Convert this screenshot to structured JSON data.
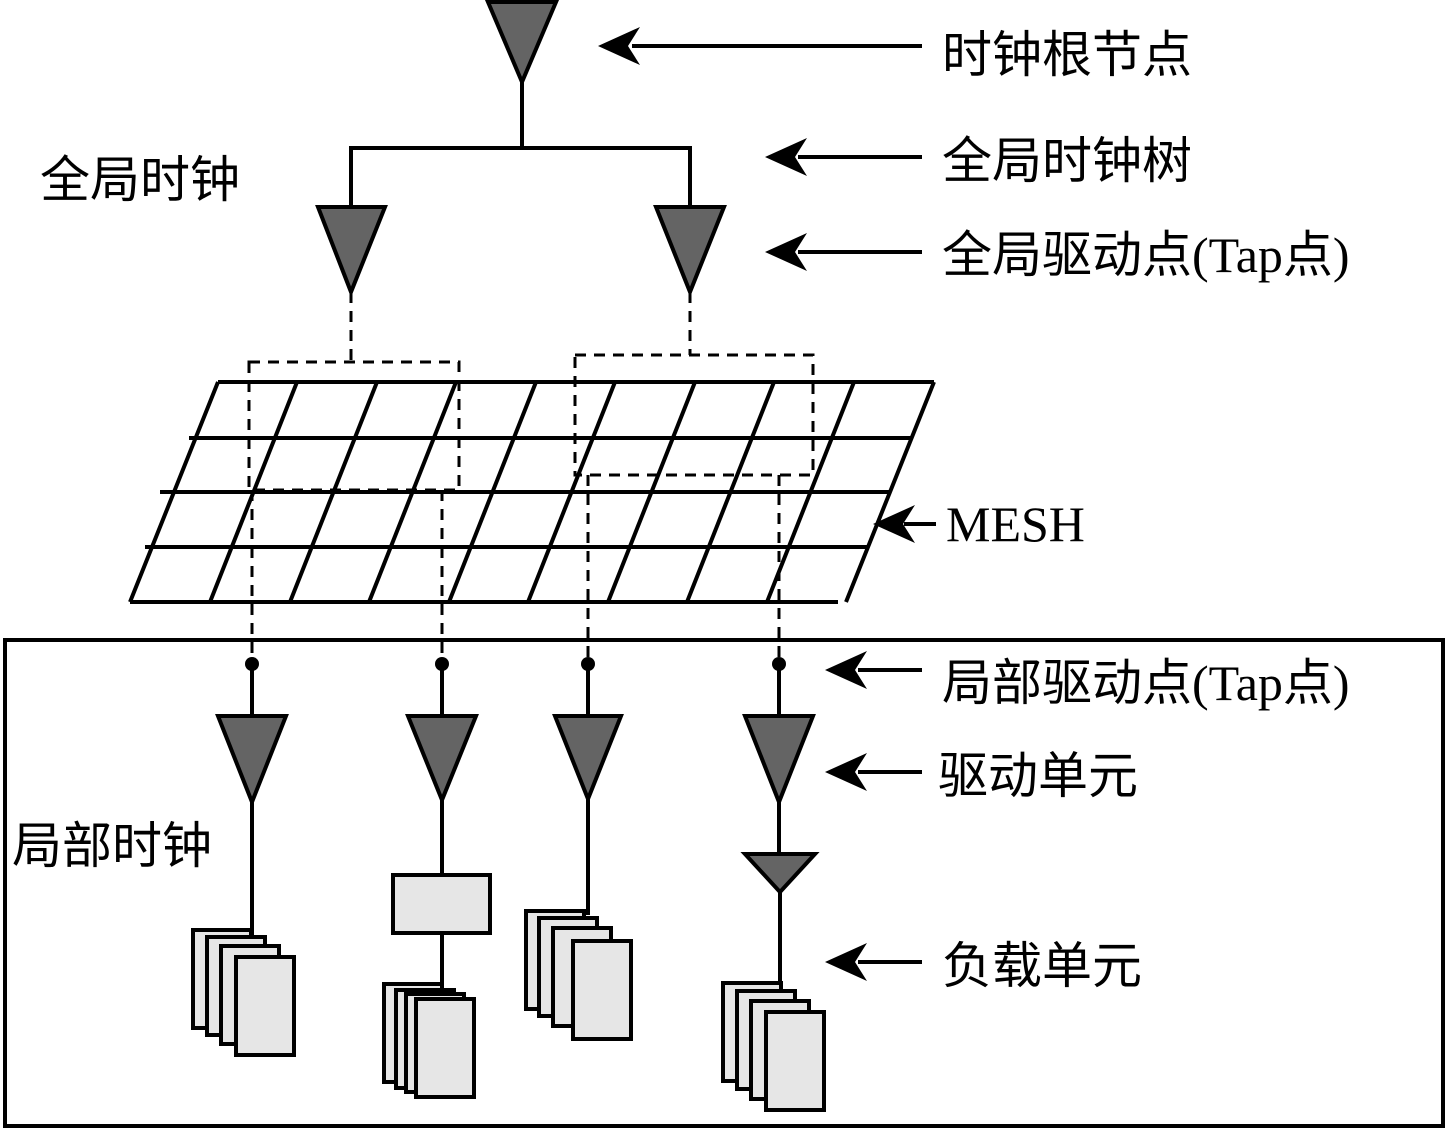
{
  "labels": {
    "root": "时钟根节点",
    "global_tree": "全局时钟树",
    "global_tap": "全局驱动点(Tap点)",
    "mesh": "MESH",
    "local_tap": "局部驱动点(Tap点)",
    "drive_unit": "驱动单元",
    "load_unit": "负载单元",
    "global_clock": "全局时钟",
    "local_clock": "局部时钟"
  },
  "colors": {
    "buffer_fill": "#646464",
    "load_fill": "#e6e6e6",
    "line": "#000000"
  }
}
